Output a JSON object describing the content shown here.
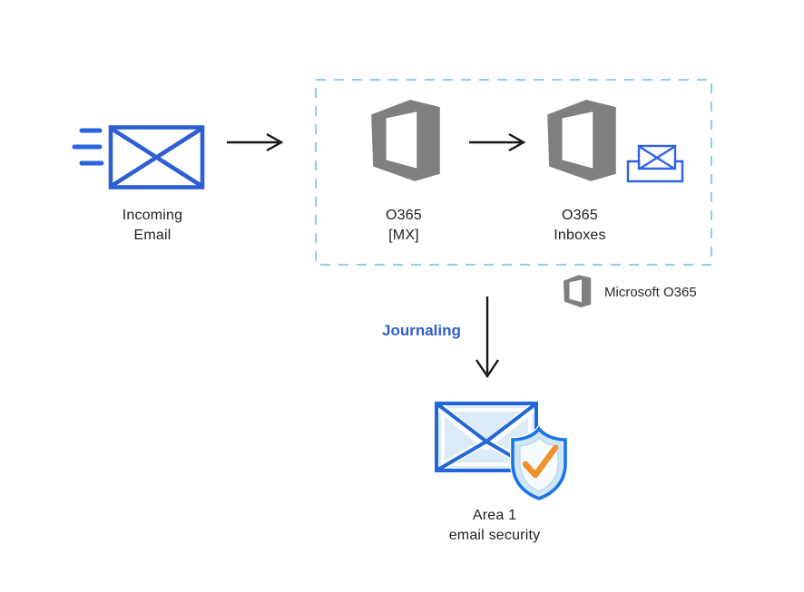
{
  "diagram": {
    "incoming_email": {
      "line1": "Incoming",
      "line2": "Email"
    },
    "o365_mx": {
      "line1": "O365",
      "line2": "[MX]"
    },
    "o365_inboxes": {
      "line1": "O365",
      "line2": "Inboxes"
    },
    "legend": {
      "label": "Microsoft O365"
    },
    "journaling": {
      "label": "Journaling"
    },
    "area1": {
      "line1": "Area 1",
      "line2": "email security"
    }
  },
  "colors": {
    "envelope_blue": "#2d5ed2",
    "speed_line_blue": "#2a64dd",
    "inbox_blue": "#2f62e6",
    "boundary_dash": "#8cd0e8",
    "office_gray": "#7f7f7f",
    "journaling_blue": "#2e5ed0",
    "area1_fill": "#dcebf8",
    "area1_stroke": "#2267d6",
    "shield_stroke": "#1a73e8",
    "shield_fill": "#cfe7f7",
    "shield_inner": "#f6fbfe",
    "check_orange": "#f0912c",
    "arrow_color": "#161616",
    "text_color": "#1e1e1e"
  }
}
